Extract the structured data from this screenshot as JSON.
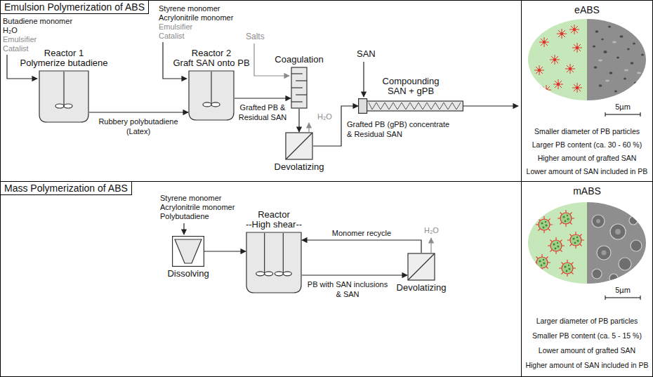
{
  "diagram": {
    "nodes": [
      {
        "text": [
          "Emulsion Polymerization of ABS"
        ]
      },
      {
        "text": [
          "Reactor 1",
          "Polymerize butadiene"
        ]
      },
      {
        "text": [
          "Reactor 2",
          "Graft SAN onto PB"
        ]
      },
      {
        "text": [
          "Coagulation"
        ]
      },
      {
        "text": [
          "Devolatizing"
        ]
      },
      {
        "text": [
          "Compounding",
          "SAN + gPB"
        ]
      },
      {
        "text": [
          "eABS",
          "Smaller diameter of PB particles",
          "Larger PB content (ca. 30 - 60 %)",
          "Higher amount of grafted SAN",
          "Lower amount of SAN included in PB"
        ]
      },
      {
        "text": [
          "Mass Polymerization of ABS"
        ]
      },
      {
        "text": [
          "Dissolving"
        ]
      },
      {
        "text": [
          "Reactor",
          "--High shear--"
        ]
      },
      {
        "text": [
          "Devolatizing"
        ]
      },
      {
        "text": [
          "mABS",
          "Larger diameter of PB particles",
          "Smaller PB content (ca. 5 - 15 %)",
          "Lower amount of grafted SAN",
          "Higher amount of SAN included in PB"
        ]
      }
    ],
    "edges": [
      {
        "from": 1,
        "to": 2,
        "label": "Rubbery polybutadiene (Latex)",
        "arrow": "to"
      },
      {
        "from": 2,
        "to": 3,
        "label": "Grafted PB & Residual SAN",
        "arrow": "to"
      },
      {
        "from": 3,
        "to": 4,
        "arrow": "to"
      },
      {
        "from": 4,
        "to": 5,
        "label": "Grafted PB (gPB) concentrate & Residual SAN",
        "arrow": "to"
      },
      {
        "from": 8,
        "to": 9,
        "arrow": "to"
      },
      {
        "from": 9,
        "to": 10,
        "label": "PB with SAN inclusions & SAN",
        "arrow": "to"
      },
      {
        "from": 10,
        "to": 9,
        "label": "Monomer recycle",
        "arrow": "to"
      }
    ],
    "labels": [
      "Butadiene monomer",
      "H₂O",
      "Emulsifier",
      "Catalist",
      "Styrene monomer",
      "Acrylonitrile monomer",
      "Emulsifier",
      "Catalist",
      "Salts",
      "H₂O",
      "SAN",
      "5µm",
      "Styrene monomer",
      "Acrylonitrile monomer",
      "Polybutadiene",
      "H₂O",
      "5µm"
    ]
  }
}
